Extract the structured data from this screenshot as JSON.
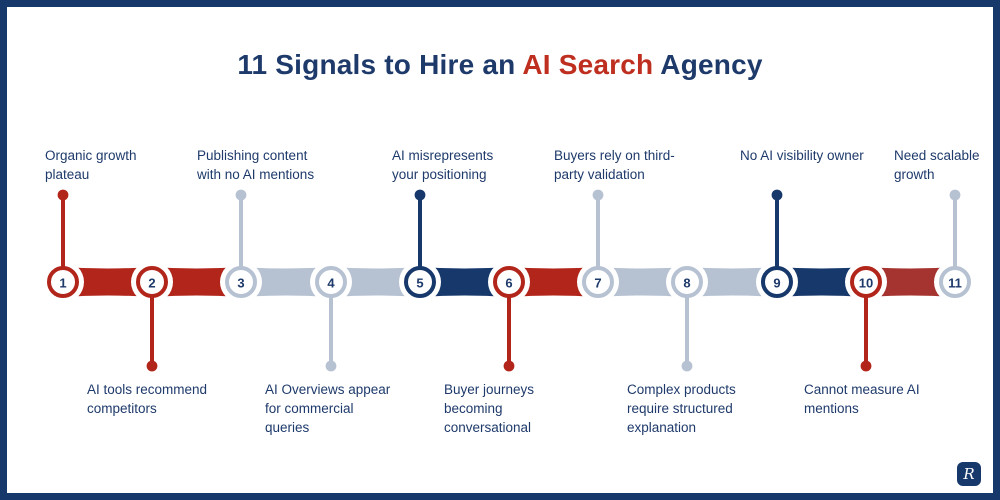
{
  "title": {
    "prefix": "11 Signals to Hire an",
    "highlight": "AI Search",
    "suffix": "Agency"
  },
  "colors": {
    "navy": "#17386B",
    "red": "#B2251A",
    "dark_red": "#A5332F",
    "gray": "#B6C1D2",
    "text_navy": "#1E3A6B",
    "title_red": "#BE2F20",
    "background": "#FFFFFF"
  },
  "timeline": {
    "items": [
      {
        "num": "1",
        "label": "Organic growth\nplateau",
        "side": "top",
        "color": "red"
      },
      {
        "num": "2",
        "label": "AI tools recommend\ncompetitors",
        "side": "bottom",
        "color": "red"
      },
      {
        "num": "3",
        "label": "Publishing content\nwith no AI mentions",
        "side": "top",
        "color": "gray"
      },
      {
        "num": "4",
        "label": "AI Overviews appear\nfor commercial\nqueries",
        "side": "bottom",
        "color": "gray"
      },
      {
        "num": "5",
        "label": "AI misrepresents\nyour positioning",
        "side": "top",
        "color": "navy"
      },
      {
        "num": "6",
        "label": "Buyer journeys\nbecoming\nconversational",
        "side": "bottom",
        "color": "red"
      },
      {
        "num": "7",
        "label": "Buyers rely on third-\nparty validation",
        "side": "top",
        "color": "gray"
      },
      {
        "num": "8",
        "label": "Complex products\nrequire structured\nexplanation",
        "side": "bottom",
        "color": "gray"
      },
      {
        "num": "9",
        "label": "No AI visibility owner",
        "side": "top",
        "color": "navy"
      },
      {
        "num": "10",
        "label": "Cannot measure AI\nmentions",
        "side": "bottom",
        "color": "red"
      },
      {
        "num": "11",
        "label": "Need scalable\ngrowth",
        "side": "top",
        "color": "gray"
      }
    ],
    "segments": [
      "red",
      "red",
      "gray",
      "gray",
      "navy",
      "red",
      "gray",
      "gray",
      "navy",
      "dark_red"
    ]
  },
  "logo": {
    "glyph": "R"
  }
}
